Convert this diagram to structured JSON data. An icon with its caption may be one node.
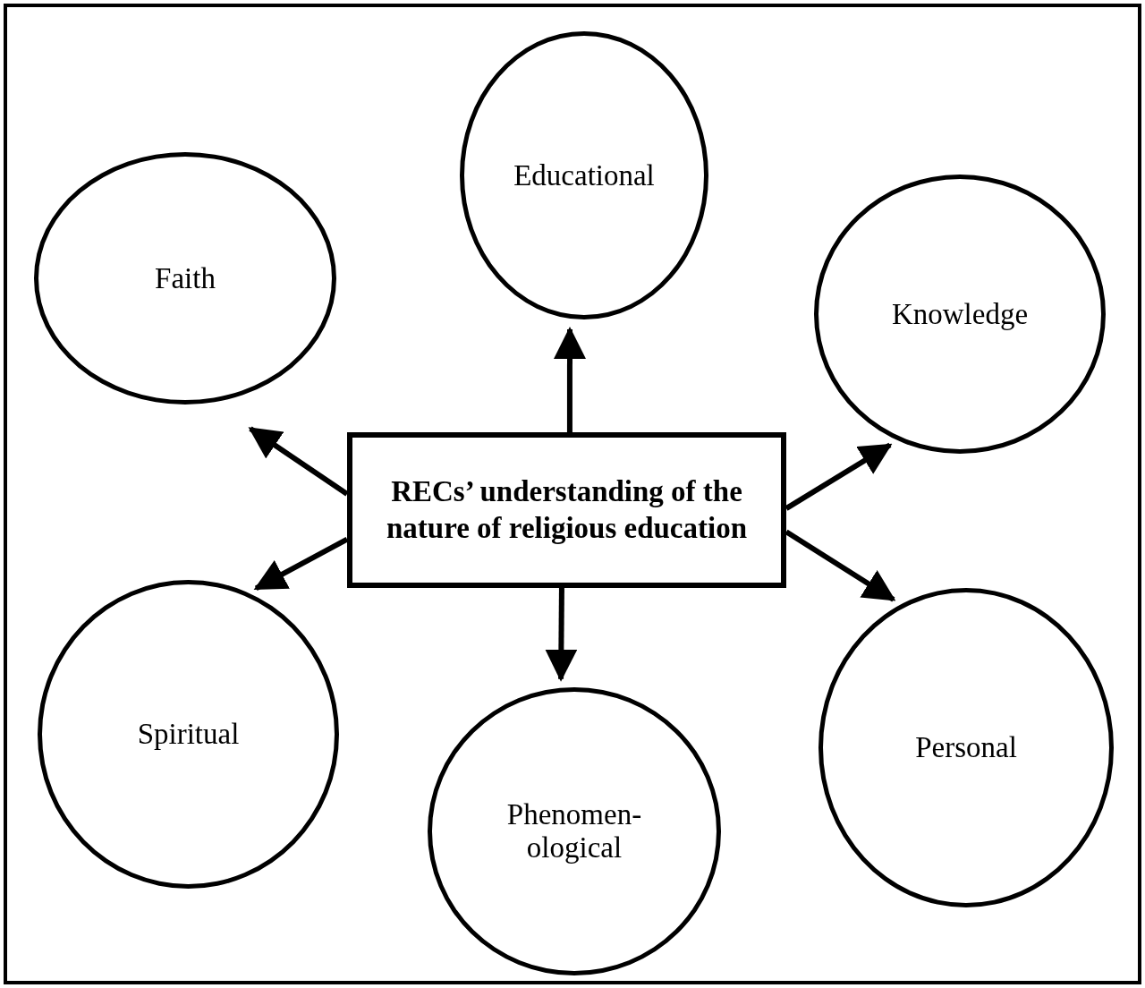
{
  "diagram": {
    "nodes": [
      {
        "text": [
          "Educational"
        ]
      },
      {
        "text": [
          "Faith"
        ]
      },
      {
        "text": [
          "Knowledge"
        ]
      },
      {
        "text": [
          "RECs’ understanding of the nature of religious education"
        ]
      },
      {
        "text": [
          "Spiritual"
        ]
      },
      {
        "text": [
          "Phenomen- ological"
        ]
      },
      {
        "text": [
          "Personal"
        ]
      }
    ],
    "edges": [
      {
        "from": 3,
        "to": 0,
        "arrow": "to"
      },
      {
        "from": 3,
        "to": 1,
        "arrow": "to"
      },
      {
        "from": 3,
        "to": 2,
        "arrow": "to"
      },
      {
        "from": 3,
        "to": 4,
        "arrow": "to"
      },
      {
        "from": 3,
        "to": 5,
        "arrow": "to"
      },
      {
        "from": 3,
        "to": 6,
        "arrow": "to"
      }
    ]
  }
}
